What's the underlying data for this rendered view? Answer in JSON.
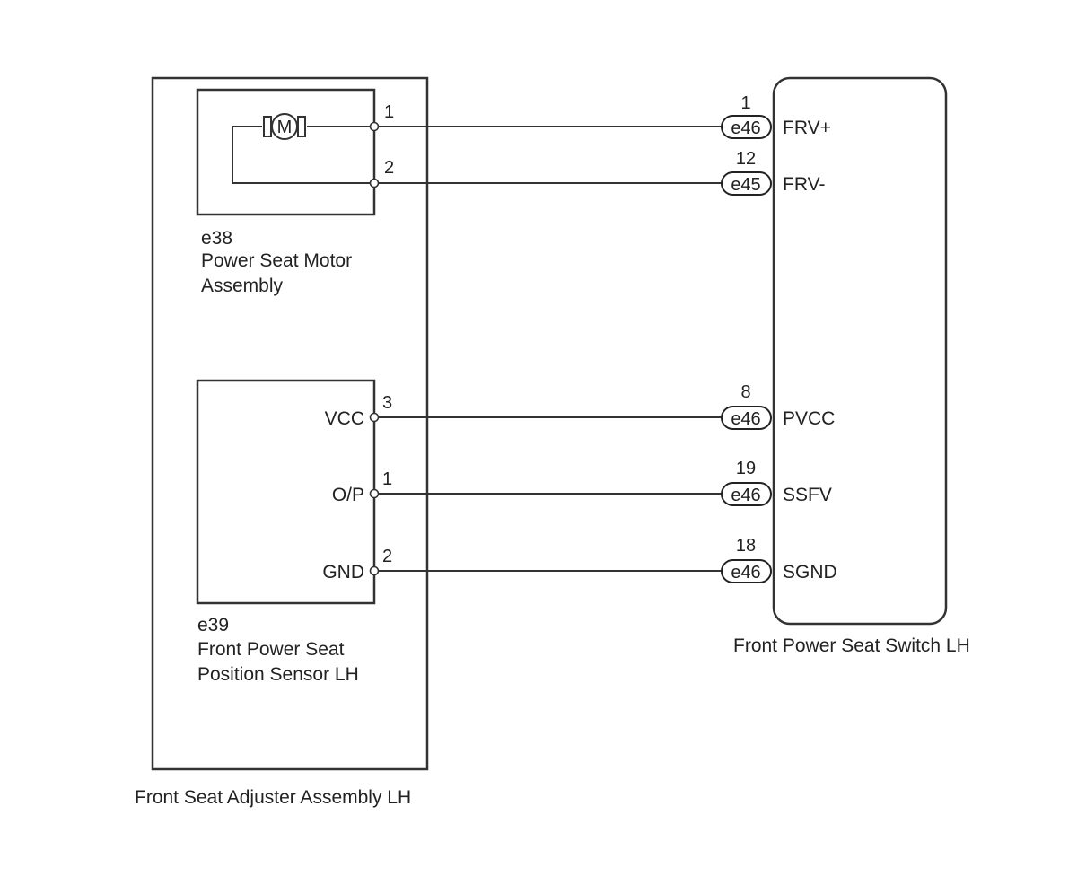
{
  "assemblies": {
    "adjuster": {
      "label": "Front Seat Adjuster Assembly LH"
    },
    "switch": {
      "label": "Front Power Seat Switch LH"
    }
  },
  "components": {
    "motor": {
      "code": "e38",
      "name_line1": "Power Seat Motor",
      "name_line2": "Assembly",
      "symbol": "M"
    },
    "sensor": {
      "code": "e39",
      "name_line1": "Front Power Seat",
      "name_line2": "Position Sensor LH"
    }
  },
  "wires": [
    {
      "from_pin": "1",
      "from_label": "",
      "conn": "e46",
      "to_pin": "1",
      "to_label": "FRV+"
    },
    {
      "from_pin": "2",
      "from_label": "",
      "conn": "e45",
      "to_pin": "12",
      "to_label": "FRV-"
    },
    {
      "from_pin": "3",
      "from_label": "VCC",
      "conn": "e46",
      "to_pin": "8",
      "to_label": "PVCC"
    },
    {
      "from_pin": "1",
      "from_label": "O/P",
      "conn": "e46",
      "to_pin": "19",
      "to_label": "SSFV"
    },
    {
      "from_pin": "2",
      "from_label": "GND",
      "conn": "e46",
      "to_pin": "18",
      "to_label": "SGND"
    }
  ]
}
